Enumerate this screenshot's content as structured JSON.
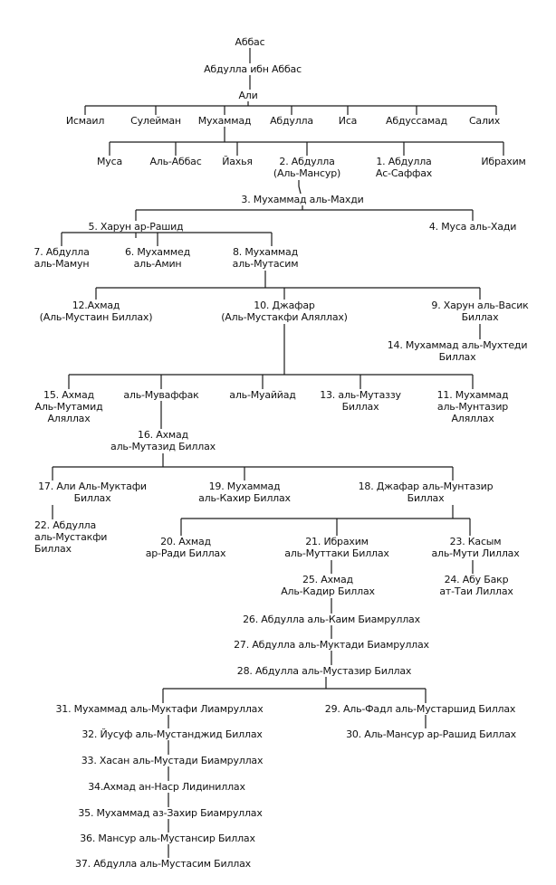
{
  "lines": {
    "color": "#1a1a1a"
  },
  "nodes": {
    "abbas": "Аббас",
    "abdulla_ibn_abbas": "Абдулла ибн Аббас",
    "ali": "Али",
    "ismail": "Исмаил",
    "suleiman": "Сулейман",
    "muhammad": "Мухаммад",
    "abdulla_g2": "Абдулла",
    "isa": "Иса",
    "abdussamad": "Абдуссамад",
    "salih": "Салих",
    "musa": "Муса",
    "al_abbas": "Аль-Аббас",
    "yahya": "Йахья",
    "n2": [
      "2. Абдулла",
      "(Аль-Мансур)"
    ],
    "n1": [
      "1. Абдулла",
      "Ас-Саффах"
    ],
    "ibrahim": "Ибрахим",
    "n3": "3. Мухаммад аль-Махди",
    "n5": "5. Харун ар-Рашид",
    "n4": "4. Муса аль-Хади",
    "n7": [
      "7. Абдулла",
      "аль-Мамун"
    ],
    "n6": [
      "6. Мухаммед",
      "аль-Амин"
    ],
    "n8": [
      "8. Мухаммад",
      "аль-Мутасим"
    ],
    "n12": [
      "12.Ахмад",
      "(Аль-Мустаин Биллах)"
    ],
    "n10": [
      "10. Джафар",
      "(Аль-Мустакфи Аляллах)"
    ],
    "n9": [
      "9. Харун аль-Васик",
      "Биллах"
    ],
    "n14": [
      "14. Мухаммад аль-Мухтеди",
      "Биллах"
    ],
    "n15": [
      "15. Ахмад",
      "Аль-Мутамид",
      "Аляллах"
    ],
    "muwaffaq": "аль-Муваффак",
    "muayyad": "аль-Муаййад",
    "n13": [
      "13. аль-Мутаззу",
      "Биллах"
    ],
    "n11": [
      "11. Мухаммад",
      "аль-Мунтазир",
      "Аляллах"
    ],
    "n16": [
      "16. Ахмад",
      "аль-Мутазид Биллах"
    ],
    "n17": [
      "17. Али Аль-Муктафи",
      "Биллах"
    ],
    "n19": [
      "19. Мухаммад",
      "аль-Кахир Биллах"
    ],
    "n18": [
      "18. Джафар аль-Мунтазир",
      "Биллах"
    ],
    "n22": [
      "22. Абдулла",
      "аль-Мустакфи",
      "Биллах"
    ],
    "n20": [
      "20. Ахмад",
      "ар-Ради Биллах"
    ],
    "n21": [
      "21. Ибрахим",
      "аль-Муттаки Биллах"
    ],
    "n23": [
      "23. Касым",
      "аль-Мути Лиллах"
    ],
    "n25": [
      "25. Ахмад",
      "Аль-Кадир  Биллах"
    ],
    "n24": [
      "24. Абу Бакр",
      "ат-Таи  Лиллах"
    ],
    "n26": "26. Абдулла аль-Каим Биамруллах",
    "n27": "27. Абдулла аль-Муктади Биамруллах",
    "n28": "28. Абдулла аль-Мустазир Биллах",
    "n31": "31. Мухаммад аль-Муктафи Лиамруллах",
    "n29": "29. Аль-Фадл аль-Мустаршид Биллах",
    "n32": "32. Йусуф аль-Мустанджид Биллах",
    "n30": "30. Аль-Мансур ар-Рашид Биллах",
    "n33": "33. Хасан аль-Мустади Биамруллах",
    "n34": "34.Ахмад ан-Наср Лидиниллах",
    "n35": "35. Мухаммад аз-Захир Биамруллах",
    "n36": "36. Мансур аль-Мустансир Биллах",
    "n37": "37. Абдулла аль-Мустасим Биллах"
  }
}
